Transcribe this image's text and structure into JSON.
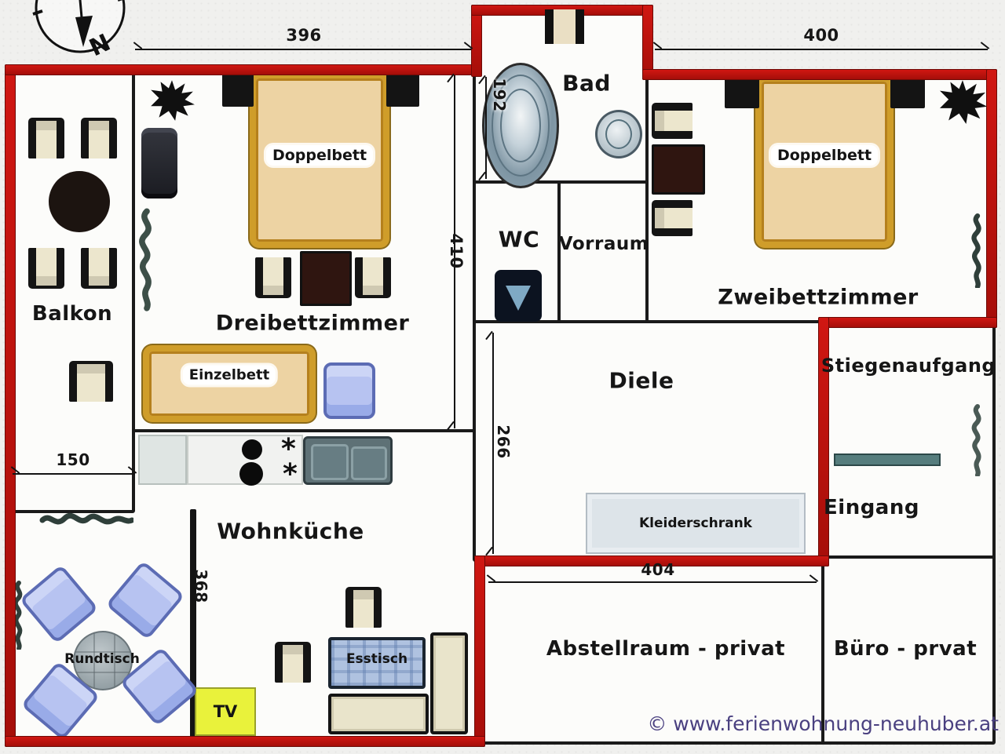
{
  "compass": {
    "north_label": "N"
  },
  "rooms": {
    "bad": "Bad",
    "wc": "WC",
    "vorraum": "Vorraum",
    "zweibettzimmer": "Zweibettzimmer",
    "dreibettzimmer": "Dreibettzimmer",
    "balkon": "Balkon",
    "diele": "Diele",
    "stiegenaufgang": "Stiegenaufgang",
    "eingang": "Eingang",
    "wohnkueche": "Wohnküche",
    "abstellraum": "Abstellraum - privat",
    "buero": "Büro - prvat"
  },
  "furniture": {
    "doppelbett_1": "Doppelbett",
    "doppelbett_2": "Doppelbett",
    "einzelbett": "Einzelbett",
    "kleiderschrank": "Kleiderschrank",
    "rundtisch": "Rundtisch",
    "esstisch": "Esstisch",
    "tv": "TV"
  },
  "dimensions": {
    "dreibett_width": "396",
    "zweibett_width": "400",
    "bad_depth": "192",
    "dreibett_depth": "410",
    "diele_depth": "266",
    "balkon_width": "150",
    "wohnkueche_depth": "368",
    "abstellraum_width": "404"
  },
  "footer": {
    "copyright": "© www.ferienwohnung-neuhuber.at"
  },
  "colors": {
    "outer_wall_red": "#bf1310",
    "interior_wall_black": "#1a1a1a",
    "bed_frame_gold": "#cf9d2a",
    "bed_fill_tan": "#edd3a3",
    "armchair_blue": "#b7c3f1",
    "tv_yellow": "#e9f23b",
    "copyright_text": "#4a4080"
  }
}
